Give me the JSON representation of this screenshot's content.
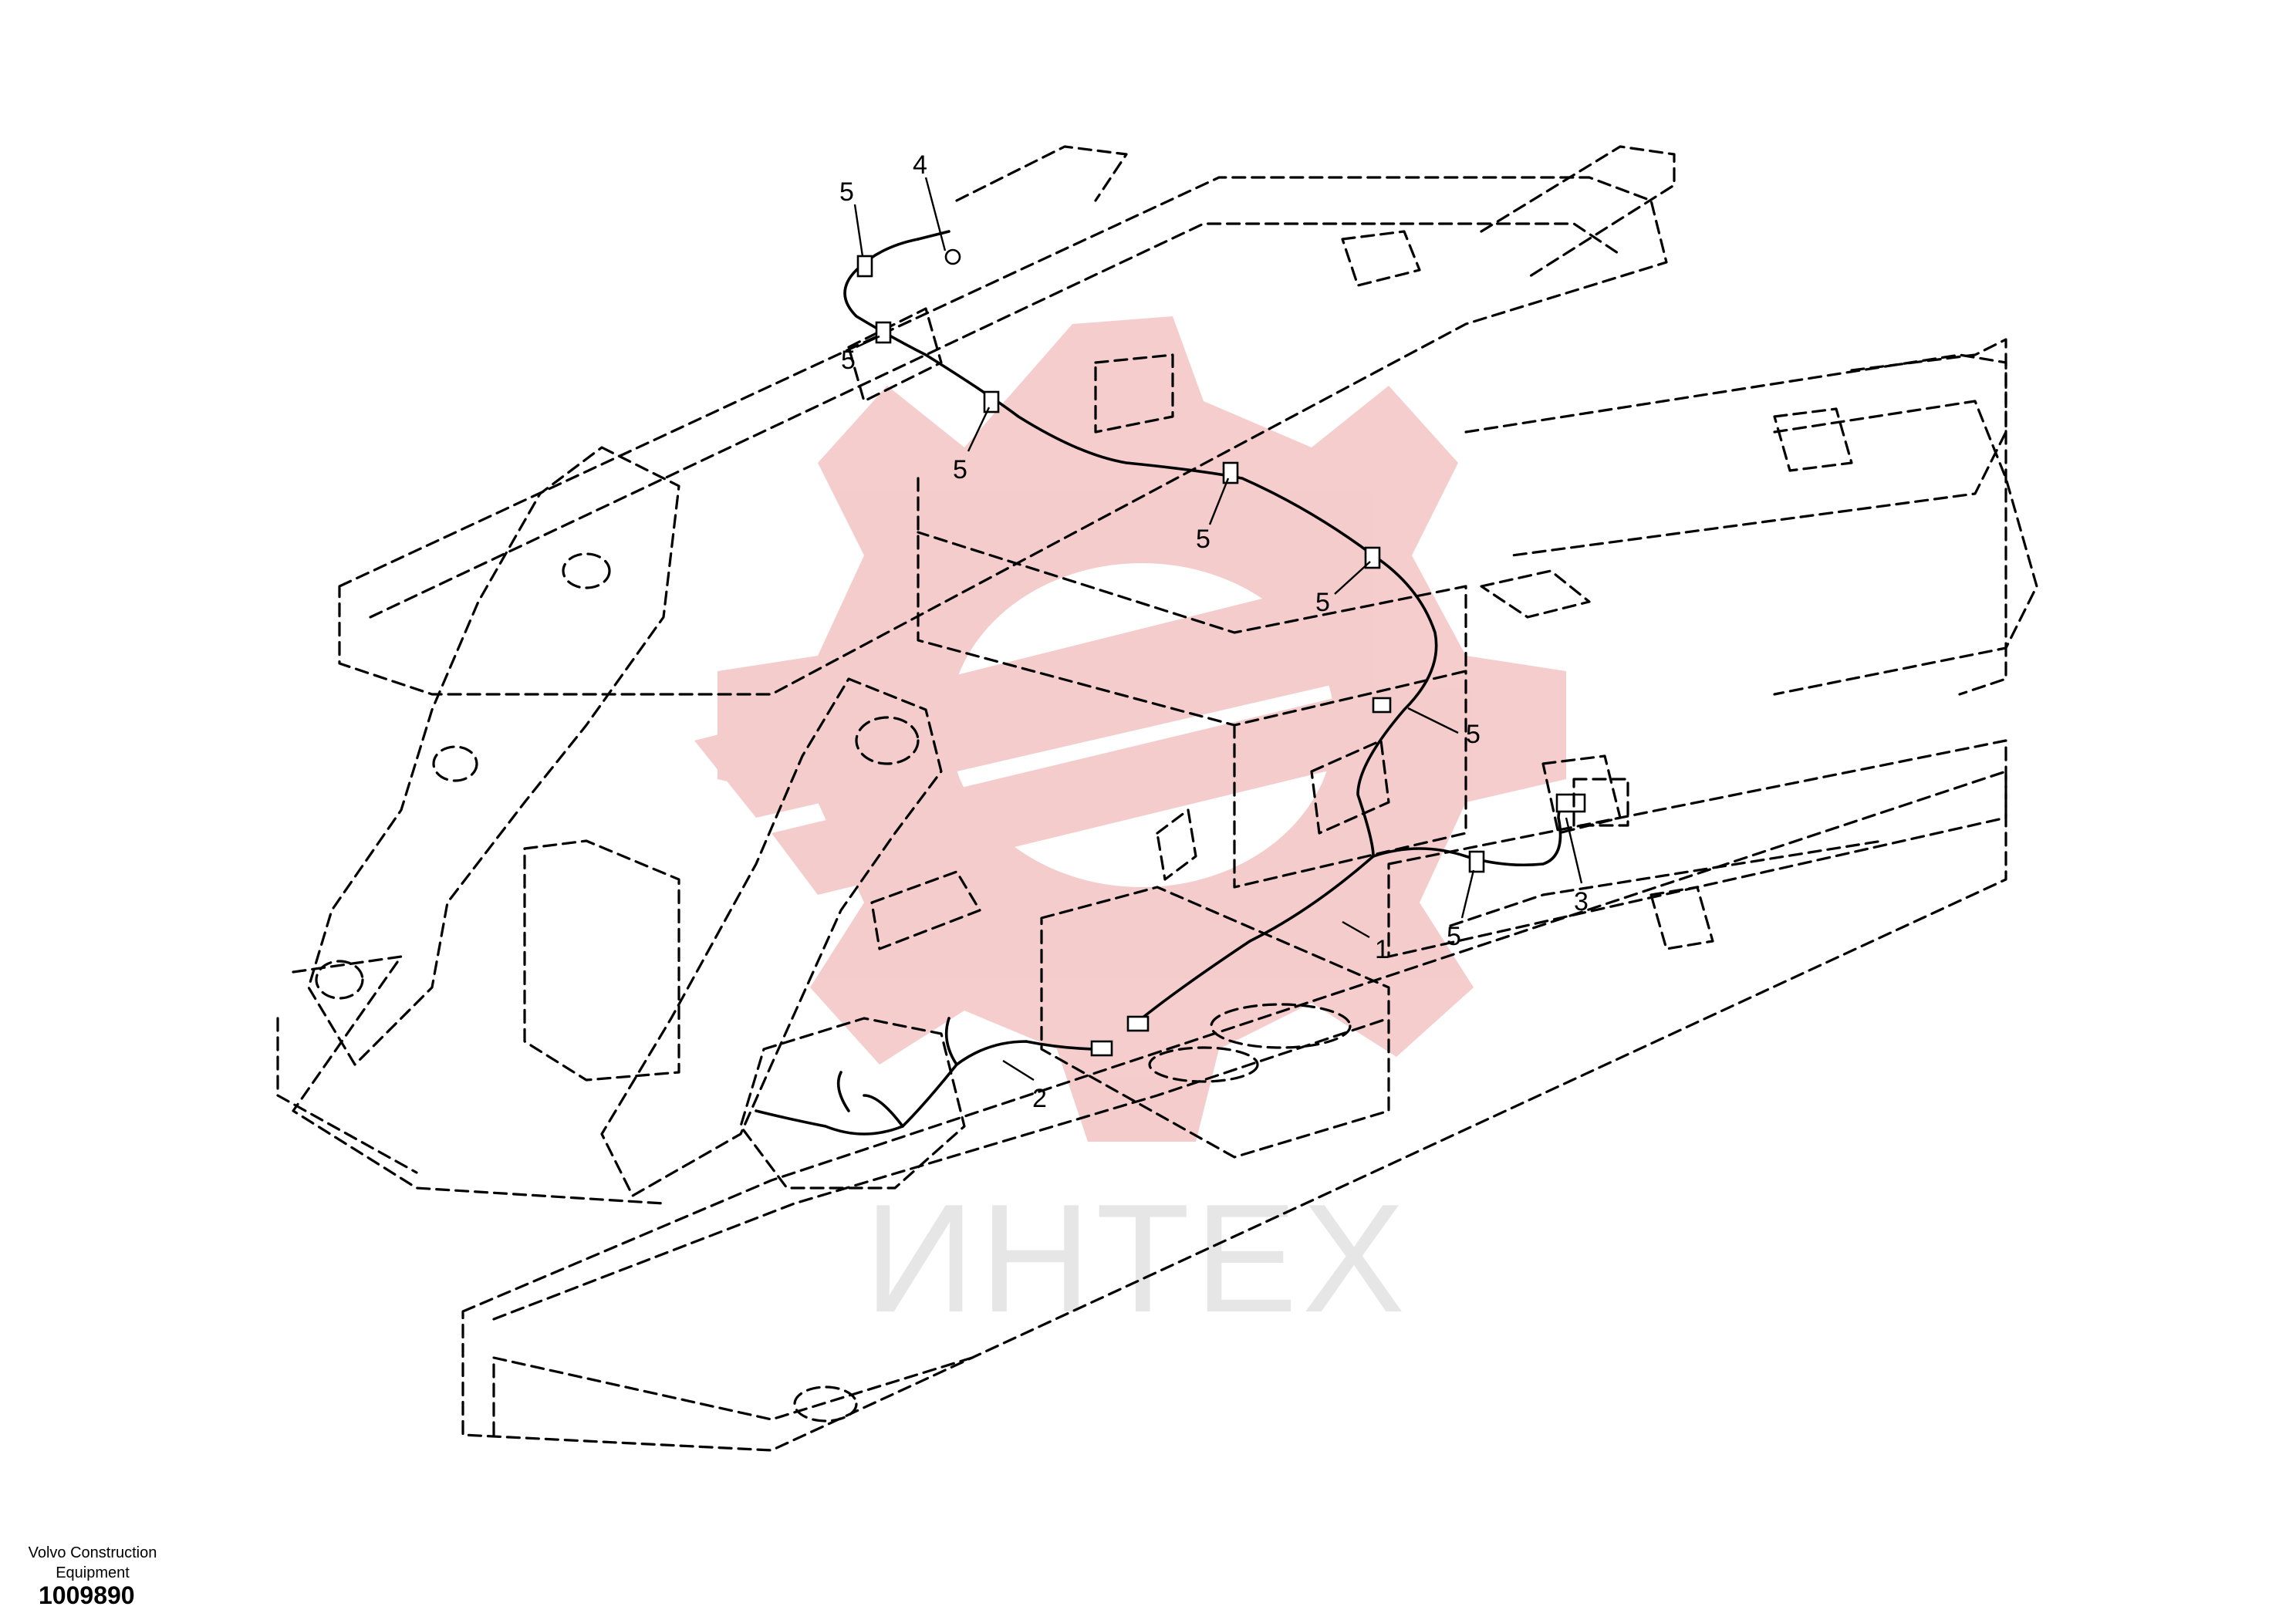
{
  "caption": {
    "company": "Volvo Construction Equipment",
    "drawing_number": "1009890"
  },
  "watermark": {
    "text": "ИНТЕХ",
    "logo_color": "#f2b8b8"
  },
  "callouts": {
    "c1": "1",
    "c2": "2",
    "c3": "3",
    "c4": "4",
    "c5a": "5",
    "c5b": "5",
    "c5c": "5",
    "c5d": "5",
    "c5e": "5",
    "c5f": "5",
    "c5g": "5"
  }
}
